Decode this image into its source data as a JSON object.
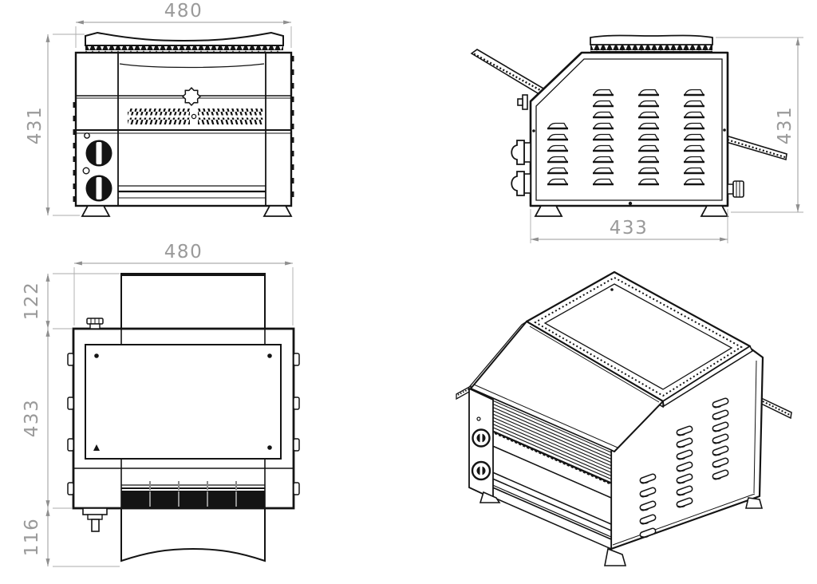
{
  "drawing": {
    "background": "#ffffff",
    "line_color": "#141414",
    "dim_color": "#9a9a9a",
    "views": {
      "front": {
        "width": "480",
        "height": "431"
      },
      "side": {
        "depth": "433",
        "height": "431"
      },
      "top": {
        "width": "480",
        "infeed_depth": "122",
        "body_depth": "433",
        "outfeed_depth": "116"
      }
    }
  }
}
